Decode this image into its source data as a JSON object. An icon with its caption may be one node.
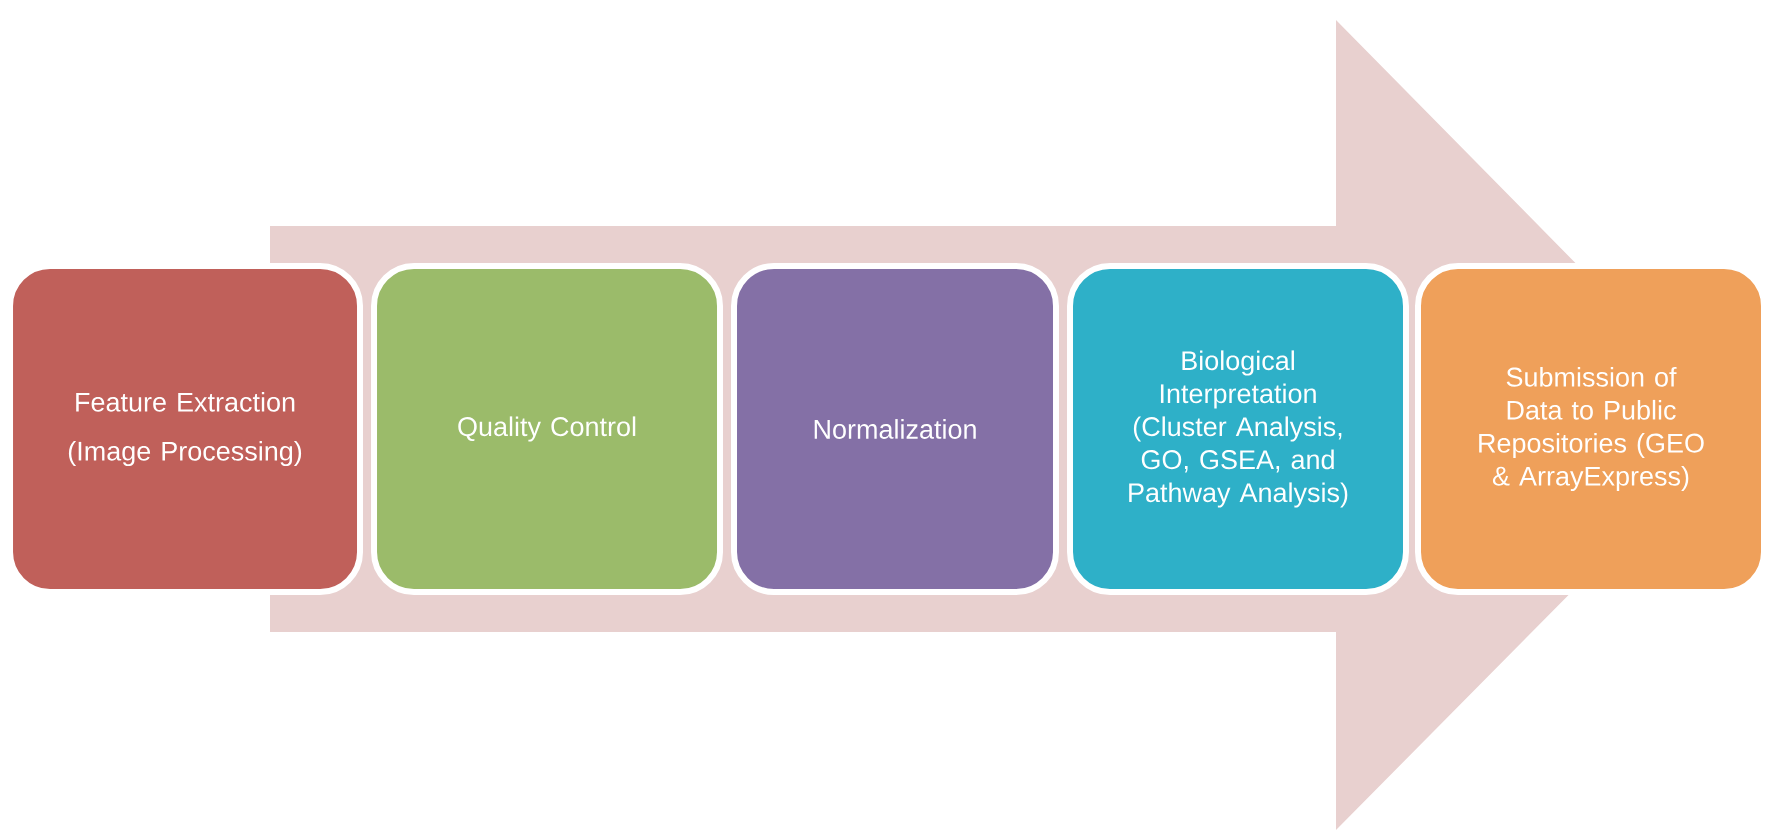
{
  "diagram": {
    "nodes": [
      {
        "text": [
          "Feature Extraction",
          "(Image Processing)"
        ]
      },
      {
        "text": [
          "Quality Control"
        ]
      },
      {
        "text": [
          "Normalization"
        ]
      },
      {
        "text": [
          "Biological Interpretation (Cluster Analysis, GO, GSEA, and Pathway Analysis)"
        ]
      },
      {
        "text": [
          "Submission of Data to Public Repositories (GEO & ArrayExpress)"
        ]
      }
    ],
    "edges": [
      {
        "from": 0,
        "to": 4,
        "arrow": "to",
        "style": "thick"
      }
    ]
  }
}
